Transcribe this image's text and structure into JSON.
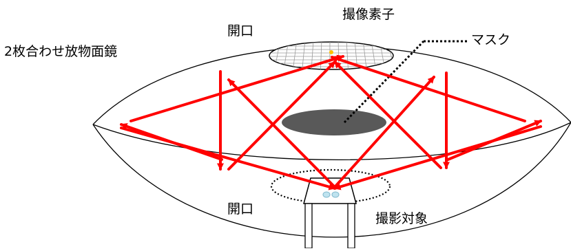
{
  "labels": {
    "title": "2枚合わせ放物面鏡",
    "aperture_top": "開口",
    "image_sensor": "撮像素子",
    "mask": "マスク",
    "aperture_bottom": "開口",
    "subject": "撮影対象"
  },
  "colors": {
    "ray": "#ff0000",
    "outline": "#000000",
    "mask_fill": "#595959",
    "sensor_grid": "#9a9a9a",
    "sensor_point": "#ffc000",
    "subject_fill": "#bfe3ef"
  }
}
